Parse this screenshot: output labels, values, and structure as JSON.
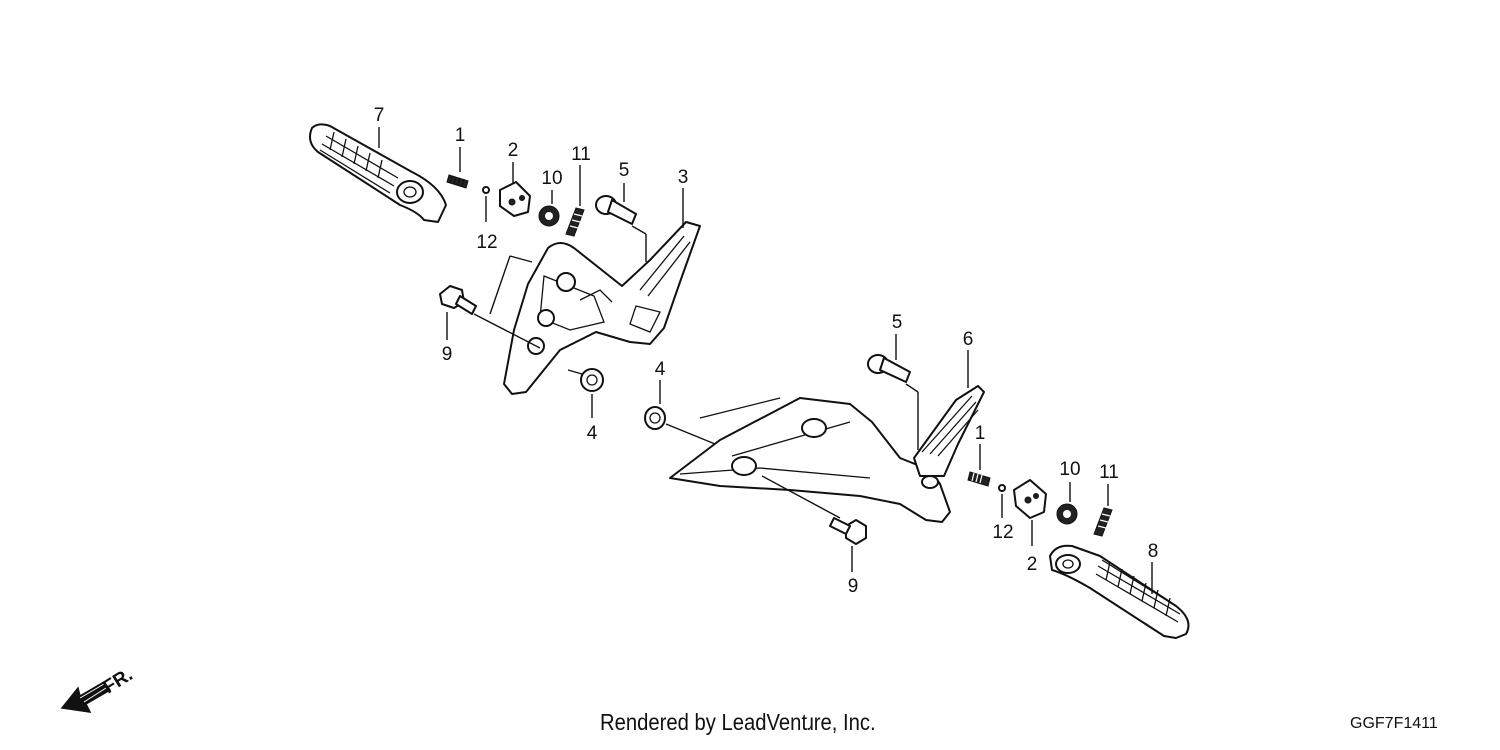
{
  "diagram": {
    "callouts": {
      "left": {
        "step_7": "7",
        "collar_1": "1",
        "plate_2": "2",
        "washer_10": "10",
        "spring_11": "11",
        "pin_5": "5",
        "bracket_3": "3",
        "ball_12": "12",
        "bolt_9": "9",
        "ring_4": "4"
      },
      "right": {
        "pin_5": "5",
        "bracket_6": "6",
        "ring_4": "4",
        "collar_1": "1",
        "washer_10": "10",
        "spring_11": "11",
        "ball_12": "12",
        "plate_2": "2",
        "step_8": "8",
        "bolt_9": "9"
      }
    },
    "direction_label": "FR.",
    "credit": "Rendered by LeadVentɹre, Inc.",
    "drawing_code": "GGF7F1411"
  },
  "colors": {
    "line": "#111111",
    "background": "#ffffff"
  },
  "icons": {
    "direction": "front-direction-arrow-icon"
  }
}
